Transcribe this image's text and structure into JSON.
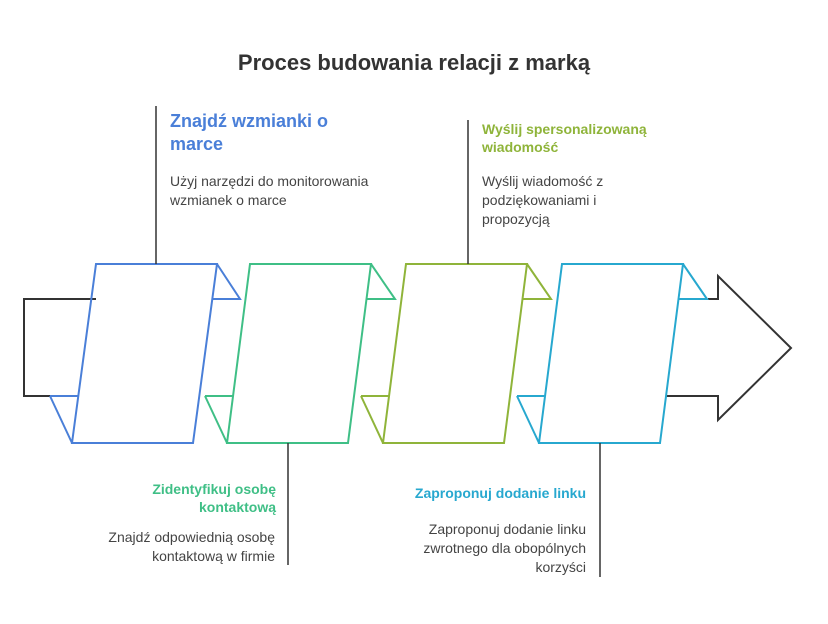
{
  "title": "Proces budowania relacji z marką",
  "colors": {
    "step1": "#4a7fd8",
    "step2": "#3fbf86",
    "step3": "#8fb43a",
    "step4": "#27a8cf",
    "arrow": "#333333",
    "text": "#444444"
  },
  "steps": [
    {
      "title": "Znajdź wzmianki o marce",
      "description": "Użyj narzędzi do monitorowania wzmianek o marce"
    },
    {
      "title": "Zidentyfikuj osobę kontaktową",
      "description": "Znajdź odpowiednią osobę kontaktową w firmie"
    },
    {
      "title": "Wyślij spersonalizowaną wiadomość",
      "description": "Wyślij wiadomość z podziękowaniami i propozycją"
    },
    {
      "title": "Zaproponuj dodanie linku",
      "description": "Zaproponuj dodanie linku zwrotnego dla obopólnych korzyści"
    }
  ]
}
